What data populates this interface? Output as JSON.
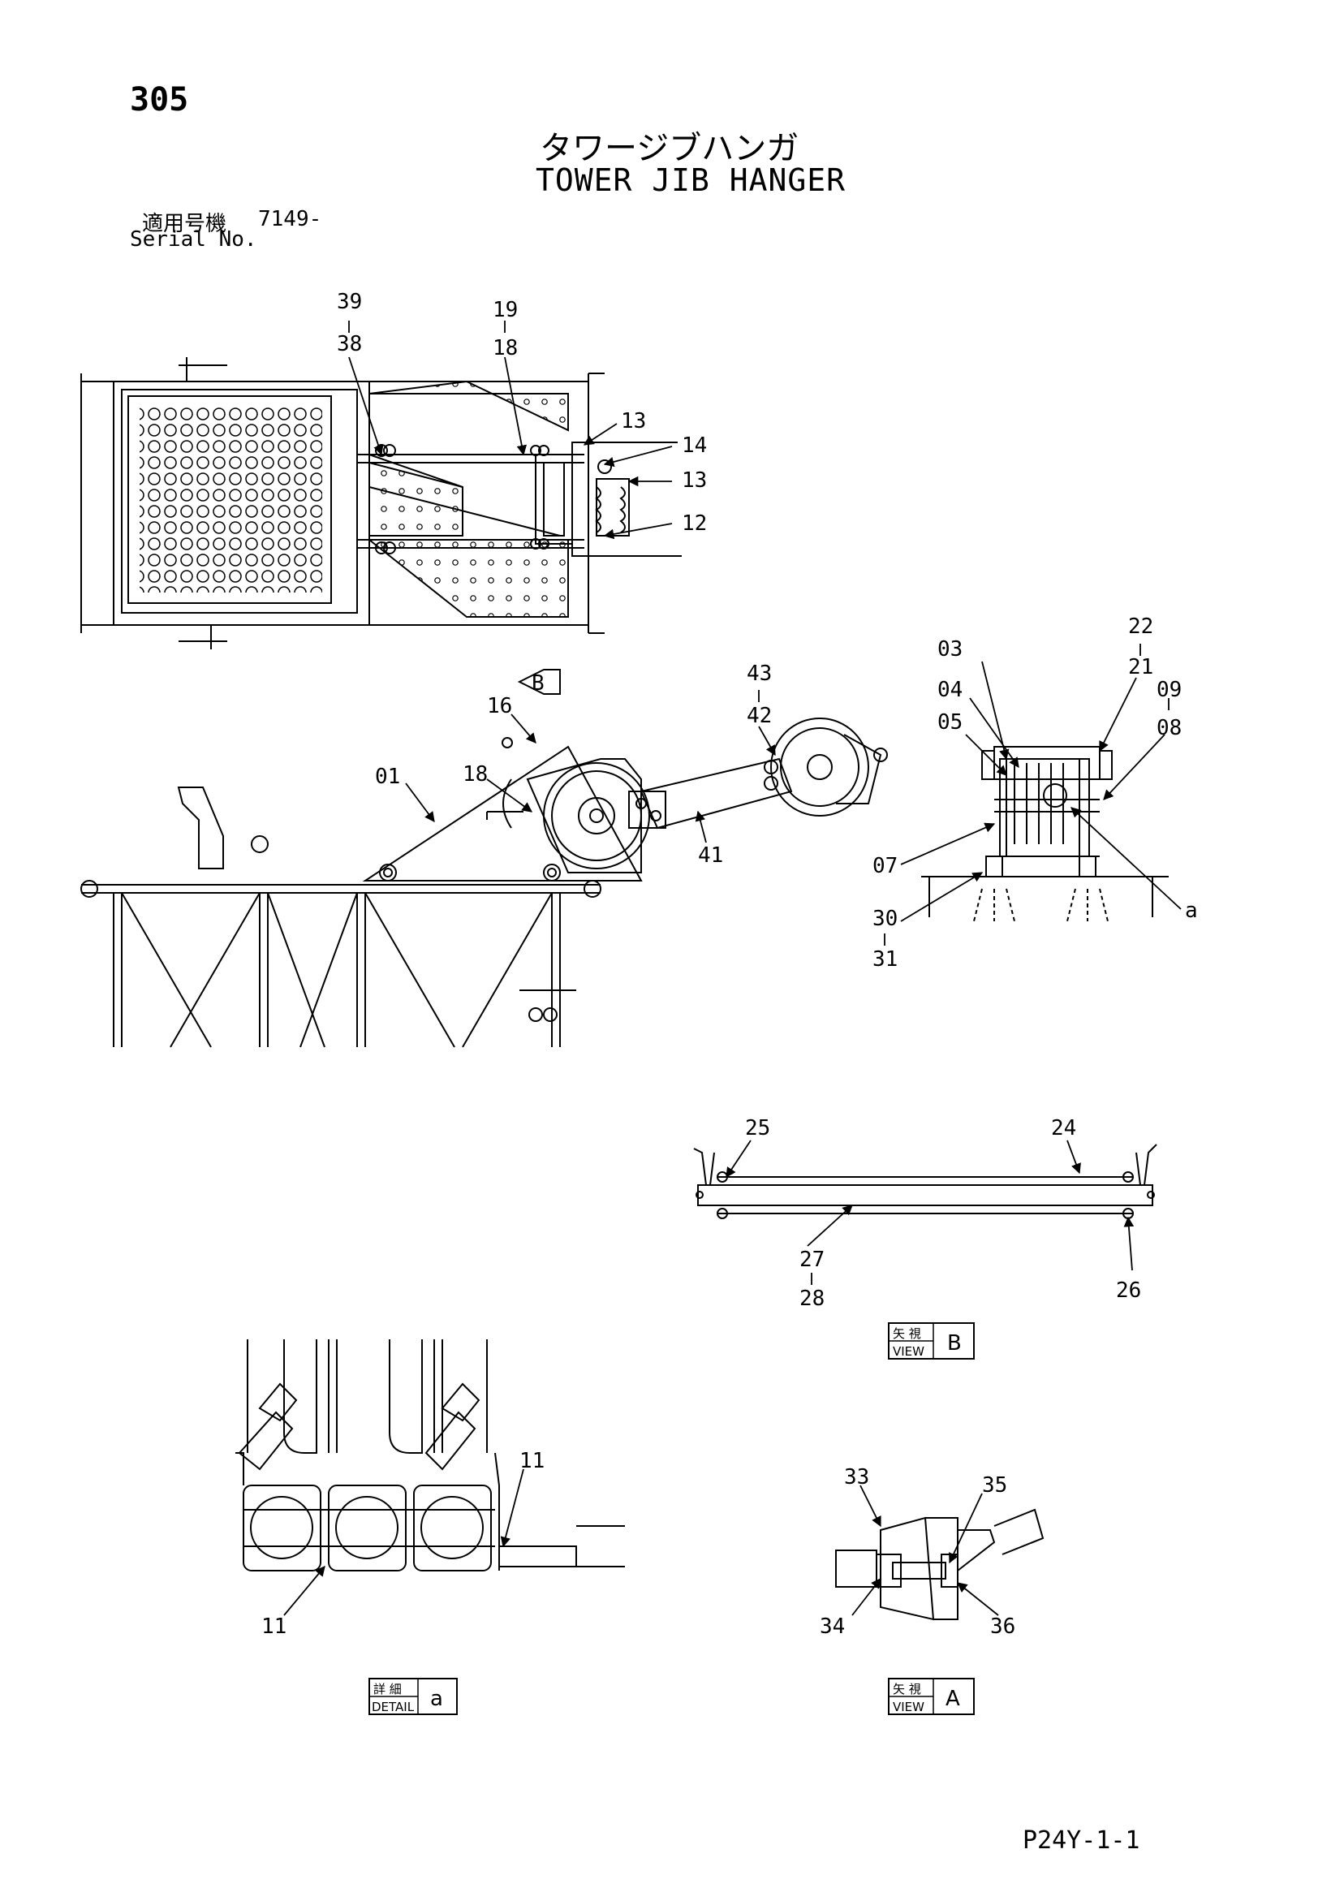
{
  "header": {
    "page_number": "305",
    "title_jp": "タワージブハンガ",
    "title_en": "TOWER JIB HANGER",
    "serial_label_jp": "適用号機",
    "serial_value": "7149-",
    "serial_label_en": "Serial No."
  },
  "callouts": {
    "c39": "39",
    "c38": "38",
    "c19": "19",
    "c18a": "18",
    "c13a": "13",
    "c14": "14",
    "c13b": "13",
    "c12": "12",
    "c43": "43",
    "c42": "42",
    "c16": "16",
    "c01": "01",
    "c18b": "18",
    "c41": "41",
    "c22": "22",
    "c21": "21",
    "c03": "03",
    "c09": "09",
    "c04": "04",
    "c08": "08",
    "c05": "05",
    "c07": "07",
    "c30": "30",
    "c31": "31",
    "ca": "a",
    "c25": "25",
    "c24": "24",
    "c27": "27",
    "c28": "28",
    "c26": "26",
    "c11a": "11",
    "c11b": "11",
    "c33": "33",
    "c35": "35",
    "c34": "34",
    "c36": "36",
    "view_arrow_b": "B"
  },
  "view_boxes": {
    "view_b": {
      "jp": "矢 視",
      "en": "VIEW",
      "letter": "B"
    },
    "detail_a": {
      "jp": "詳 細",
      "en": "DETAIL",
      "letter": "a"
    },
    "view_a": {
      "jp": "矢 視",
      "en": "VIEW",
      "letter": "A"
    }
  },
  "footer": {
    "code": "P24Y-1-1"
  }
}
